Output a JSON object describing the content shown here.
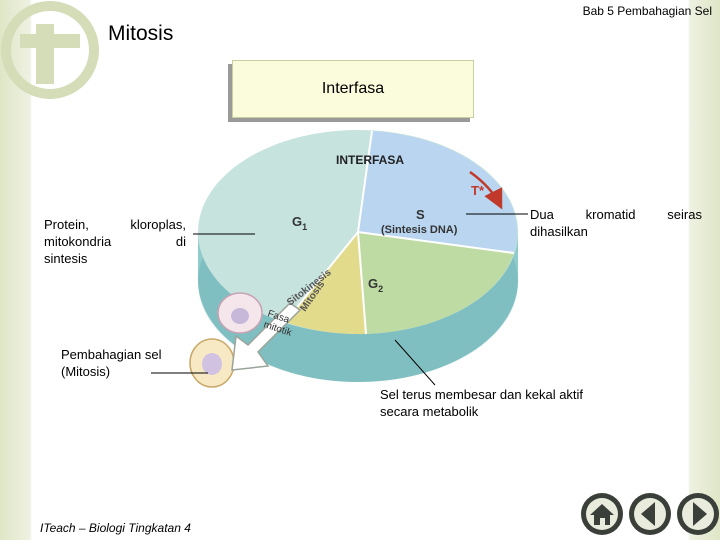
{
  "header": {
    "chapter": "Bab 5 Pembahagian Sel",
    "title": "Mitosis"
  },
  "interfasa_box": {
    "label": "Interfasa"
  },
  "diagram": {
    "top_label": "INTERFASA",
    "phase_g1": "G",
    "phase_g1_sub": "1",
    "phase_s": "S",
    "phase_s_desc": "(Sintesis DNA)",
    "phase_g2": "G",
    "phase_g2_sub": "2",
    "checkpoint": "T*",
    "sitokinesis": "Sitokinesis",
    "mitosis": "Mitosis",
    "fasa_mitotik_1": "Fasa",
    "fasa_mitotik_2": "mitotik"
  },
  "annotations": {
    "protein_line1": "Protein,     kloroplas,",
    "protein_line2": "mitokondria          di",
    "protein_line3": "sintesis",
    "dua_kromatid_line1": "Dua    kromatid    seiras",
    "dua_kromatid_line2": "dihasilkan",
    "pembahagian_line1": "Pembahagian sel",
    "pembahagian_line2": "(Mitosis)",
    "sel_terus_line1": "Sel terus membesar dan kekal aktif",
    "sel_terus_line2": "secara metabolik"
  },
  "footer": {
    "text": "ITeach – Biologi Tingkatan 4"
  },
  "nav": {
    "home_icon": "home-icon",
    "prev_icon": "prev-arrow-icon",
    "next_icon": "next-arrow-icon"
  },
  "colors": {
    "g1": "#c7e3de",
    "s": "#b9d5ef",
    "g2": "#bfdba4",
    "m": "#e2db8c",
    "rim": "#8fcccc",
    "rim_shadow": "#6fb0b4",
    "checkpoint": "#c0392b"
  }
}
